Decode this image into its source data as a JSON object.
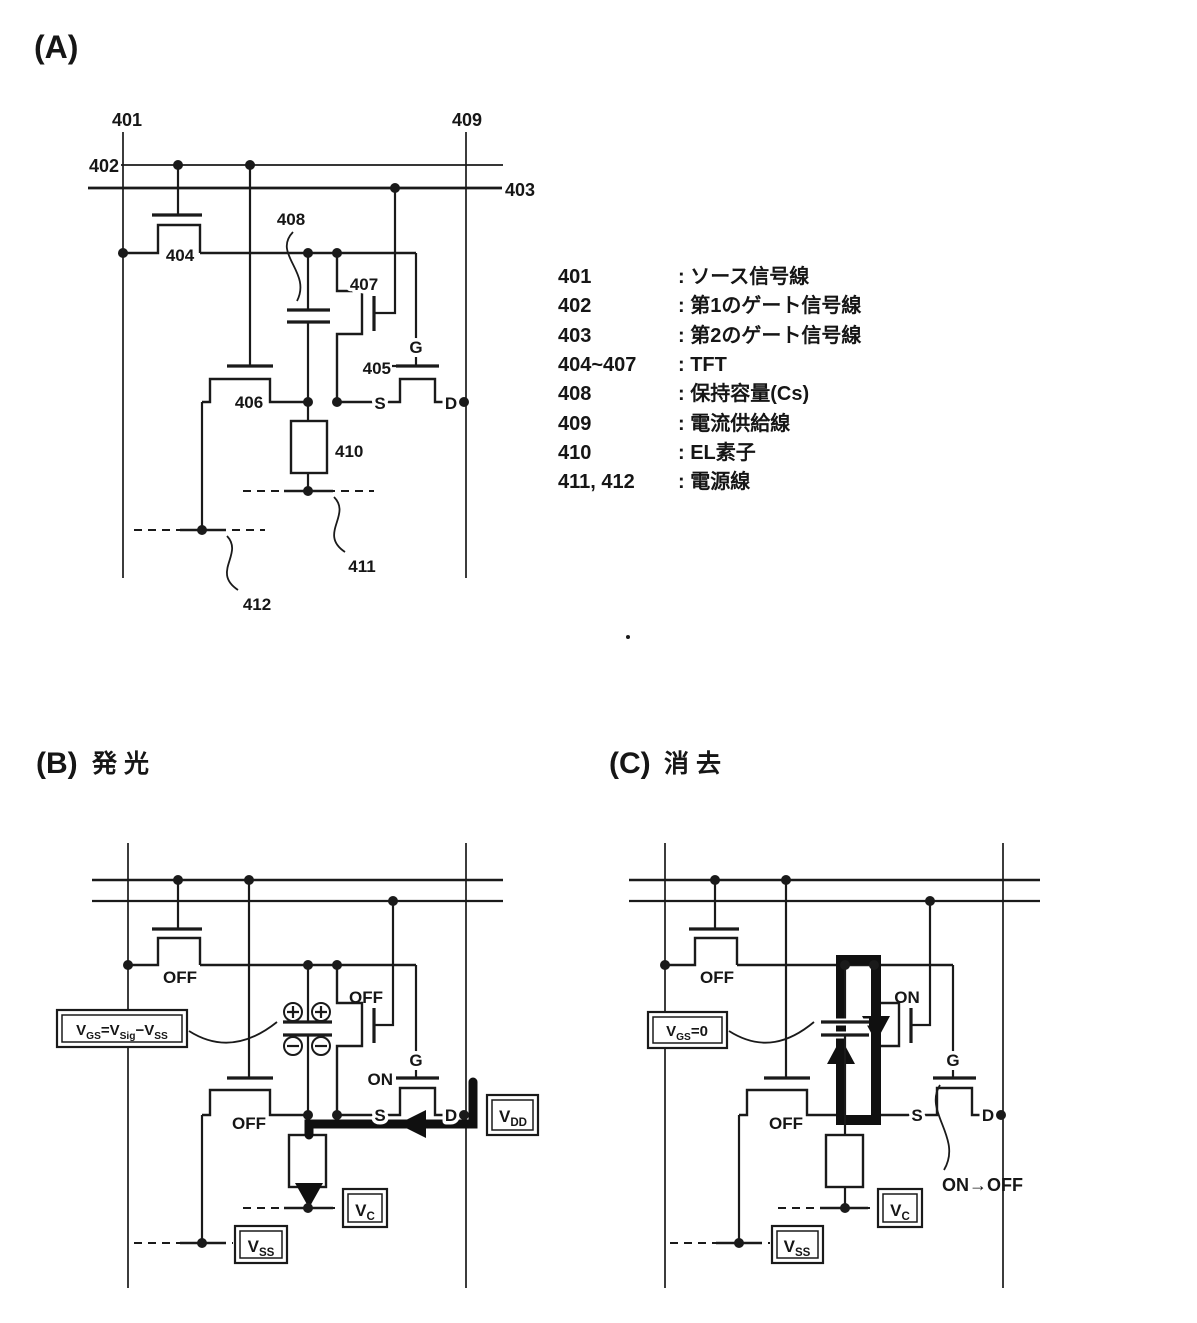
{
  "figure": {
    "panel_a": {
      "label": "(A)",
      "refs": {
        "r401": "401",
        "r402": "402",
        "r403": "403",
        "r404": "404",
        "r405": "405",
        "r406": "406",
        "r407": "407",
        "r408": "408",
        "r409": "409",
        "r410": "410",
        "r411": "411",
        "r412": "412"
      },
      "terminals": {
        "g": "G",
        "s": "S",
        "d": "D"
      }
    },
    "legend": {
      "rows": [
        {
          "ref": "401",
          "desc": ": ソース信号線"
        },
        {
          "ref": "402",
          "desc": ": 第1のゲート信号線"
        },
        {
          "ref": "403",
          "desc": ": 第2のゲート信号線"
        },
        {
          "ref": "404~407",
          "desc": ": TFT"
        },
        {
          "ref": "408",
          "desc": ": 保持容量(Cs)"
        },
        {
          "ref": "409",
          "desc": ": 電流供給線"
        },
        {
          "ref": "410",
          "desc": ": EL素子"
        },
        {
          "ref": "411, 412",
          "desc": ": 電源線"
        }
      ]
    },
    "panel_b": {
      "label": "(B)",
      "title": "発 光",
      "states": {
        "t404": "OFF",
        "t406": "OFF",
        "t407": "OFF",
        "t405": "ON"
      },
      "terminals": {
        "g": "G",
        "s": "S",
        "d": "D"
      },
      "vgs": [
        "V",
        "GS",
        "=V",
        "Sig",
        "−V",
        "SS"
      ],
      "vdd": [
        "V",
        "DD"
      ],
      "vc": [
        "V",
        "C"
      ],
      "vss": [
        "V",
        "SS"
      ]
    },
    "panel_c": {
      "label": "(C)",
      "title": "消 去",
      "states": {
        "t404": "OFF",
        "t406": "OFF",
        "t407": "ON"
      },
      "transition": "ON→OFF",
      "terminals": {
        "g": "G",
        "s": "S",
        "d": "D"
      },
      "vgs": [
        "V",
        "GS",
        "=0"
      ],
      "vc": [
        "V",
        "C"
      ],
      "vss": [
        "V",
        "SS"
      ]
    }
  }
}
